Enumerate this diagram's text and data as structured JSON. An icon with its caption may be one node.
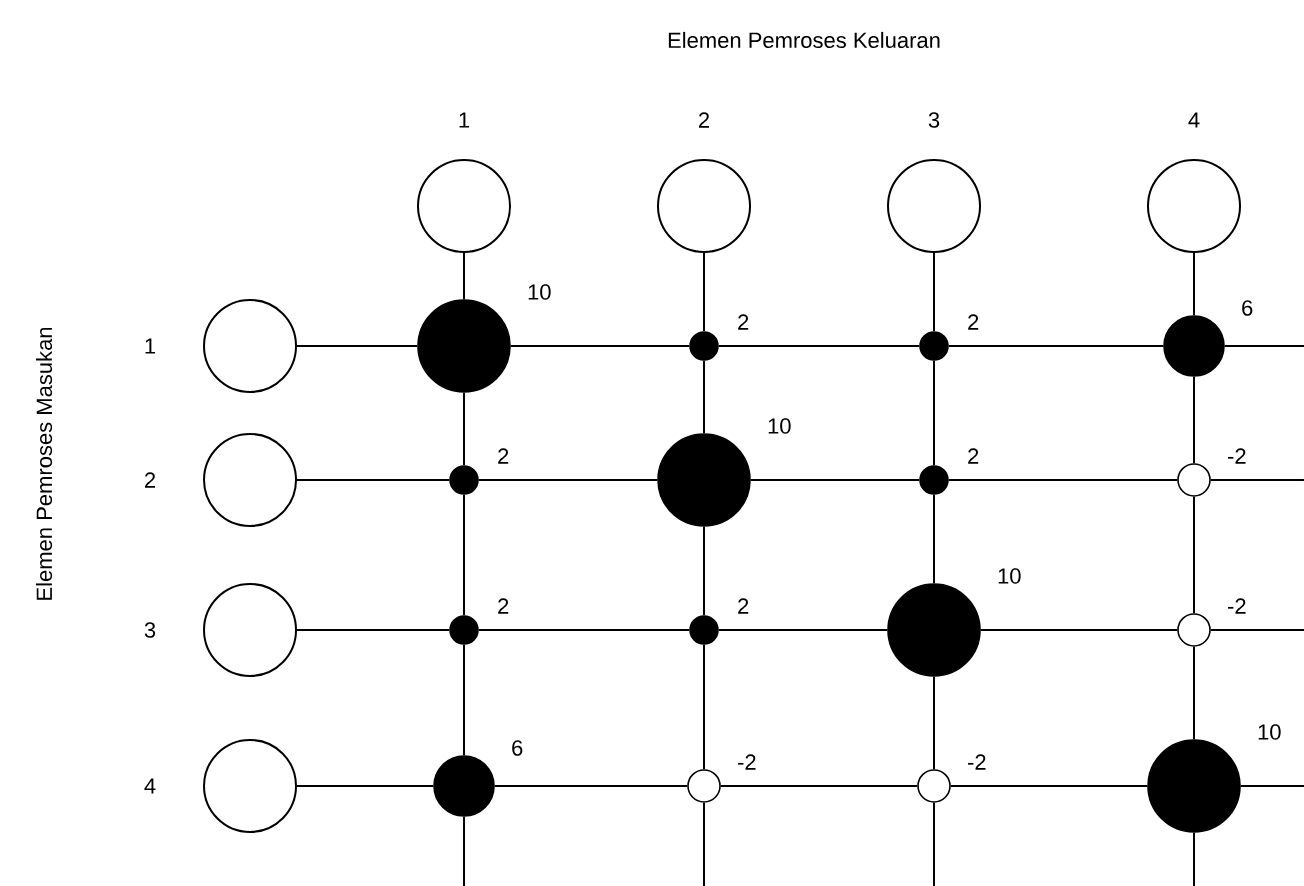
{
  "diagram": {
    "title": "Elemen Pemroses Keluaran",
    "nodes": [
      {
        "text": [
          "1"
        ]
      },
      {
        "text": [
          "2"
        ]
      },
      {
        "text": [
          "3"
        ]
      },
      {
        "text": [
          "4"
        ]
      },
      {
        "text": [
          "1"
        ]
      },
      {
        "text": [],
        "shape": "circle",
        "beside": [
          "10"
        ]
      },
      {
        "text": [],
        "shape": "circle",
        "beside": [
          "2"
        ]
      },
      {
        "text": [],
        "shape": "circle",
        "beside": [
          "2"
        ]
      },
      {
        "text": [],
        "shape": "circle",
        "beside": [
          "6"
        ]
      },
      {
        "text": [
          "2"
        ]
      },
      {
        "text": [],
        "shape": "circle",
        "beside": [
          "2"
        ]
      },
      {
        "text": [],
        "shape": "circle",
        "beside": [
          "10"
        ]
      },
      {
        "text": [],
        "shape": "circle",
        "beside": [
          "2"
        ]
      },
      {
        "text": [],
        "shape": "circle",
        "beside": [
          "-2"
        ]
      },
      {
        "text": [
          "3"
        ]
      },
      {
        "text": [],
        "shape": "circle",
        "beside": [
          "2"
        ]
      },
      {
        "text": [],
        "shape": "circle",
        "beside": [
          "2"
        ]
      },
      {
        "text": [],
        "shape": "circle",
        "beside": [
          "10"
        ]
      },
      {
        "text": [],
        "shape": "circle",
        "beside": [
          "-2"
        ]
      },
      {
        "text": [
          "4"
        ]
      },
      {
        "text": [],
        "shape": "circle",
        "beside": [
          "6"
        ]
      },
      {
        "text": [],
        "shape": "circle",
        "beside": [
          "-2"
        ]
      },
      {
        "text": [],
        "shape": "circle",
        "beside": [
          "-2"
        ]
      },
      {
        "text": [],
        "shape": "circle",
        "beside": [
          "10"
        ]
      }
    ],
    "edges": [
      {
        "from": 0,
        "to": 5,
        "arrow": "none"
      },
      {
        "from": 5,
        "to": 10,
        "arrow": "none"
      },
      {
        "from": 10,
        "to": 15,
        "arrow": "none"
      },
      {
        "from": 15,
        "to": 20,
        "arrow": "none"
      },
      {
        "from": 20,
        "to": null,
        "arrow": "none"
      },
      {
        "from": 1,
        "to": 6,
        "arrow": "none"
      },
      {
        "from": 6,
        "to": 11,
        "arrow": "none"
      },
      {
        "from": 11,
        "to": 16,
        "arrow": "none"
      },
      {
        "from": 16,
        "to": 21,
        "arrow": "none"
      },
      {
        "from": 21,
        "to": null,
        "arrow": "none"
      },
      {
        "from": 2,
        "to": 7,
        "arrow": "none"
      },
      {
        "from": 7,
        "to": 12,
        "arrow": "none"
      },
      {
        "from": 12,
        "to": 17,
        "arrow": "none"
      },
      {
        "from": 17,
        "to": 22,
        "arrow": "none"
      },
      {
        "from": 22,
        "to": null,
        "arrow": "none"
      },
      {
        "from": 3,
        "to": 8,
        "arrow": "none"
      },
      {
        "from": 8,
        "to": 13,
        "arrow": "none"
      },
      {
        "from": 13,
        "to": 18,
        "arrow": "none"
      },
      {
        "from": 18,
        "to": 23,
        "arrow": "none"
      },
      {
        "from": 23,
        "to": null,
        "arrow": "none"
      },
      {
        "from": 4,
        "to": 5,
        "arrow": "none"
      },
      {
        "from": 5,
        "to": 6,
        "arrow": "none"
      },
      {
        "from": 6,
        "to": 7,
        "arrow": "none"
      },
      {
        "from": 7,
        "to": 8,
        "arrow": "none"
      },
      {
        "from": 8,
        "to": null,
        "arrow": "none"
      },
      {
        "from": 9,
        "to": 10,
        "arrow": "none"
      },
      {
        "from": 10,
        "to": 11,
        "arrow": "none"
      },
      {
        "from": 11,
        "to": 12,
        "arrow": "none"
      },
      {
        "from": 12,
        "to": 13,
        "arrow": "none"
      },
      {
        "from": 13,
        "to": null,
        "arrow": "none"
      },
      {
        "from": 14,
        "to": 15,
        "arrow": "none"
      },
      {
        "from": 15,
        "to": 16,
        "arrow": "none"
      },
      {
        "from": 16,
        "to": 17,
        "arrow": "none"
      },
      {
        "from": 17,
        "to": 18,
        "arrow": "none"
      },
      {
        "from": 18,
        "to": null,
        "arrow": "none"
      },
      {
        "from": 19,
        "to": 20,
        "arrow": "none"
      },
      {
        "from": 20,
        "to": 21,
        "arrow": "none"
      },
      {
        "from": 21,
        "to": 22,
        "arrow": "none"
      },
      {
        "from": 22,
        "to": 23,
        "arrow": "none"
      },
      {
        "from": 23,
        "to": null,
        "arrow": "none"
      }
    ],
    "labels": [
      "Elemen Pemroses Masukan"
    ]
  }
}
